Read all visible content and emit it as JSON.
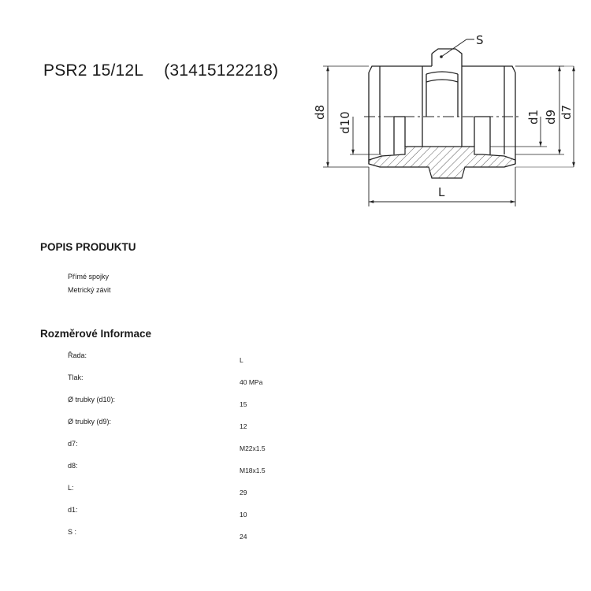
{
  "header": {
    "product_name": "PSR2 15/12L",
    "product_code": "(31415122218)"
  },
  "drawing": {
    "labels": {
      "s": "S",
      "d8": "d8",
      "d10": "d10",
      "d1": "d1",
      "d9": "d9",
      "d7": "d7",
      "l": "L"
    }
  },
  "description": {
    "heading": "POPIS PRODUKTU",
    "lines": [
      "Přímé spojky",
      "Metrický závit"
    ]
  },
  "specs": {
    "heading": "Rozměrové Informace",
    "rows": [
      {
        "label": "Řada:",
        "value": "L"
      },
      {
        "label": "Tlak:",
        "value": "40  MPa"
      },
      {
        "label": "Ø trubky (d10):",
        "value": "15"
      },
      {
        "label": "Ø trubky (d9):",
        "value": "12"
      },
      {
        "label": "d7:",
        "value": "M22x1.5"
      },
      {
        "label": "d8:",
        "value": "M18x1.5"
      },
      {
        "label": "L:",
        "value": "29"
      },
      {
        "label": "d1:",
        "value": "10"
      },
      {
        "label": "S :",
        "value": "24"
      }
    ]
  }
}
